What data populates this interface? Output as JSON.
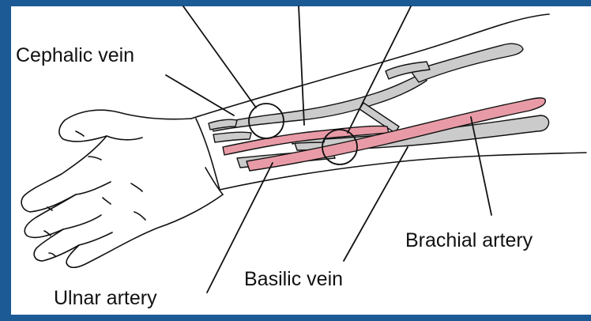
{
  "labels": {
    "cephalic_vein": "Cephalic vein",
    "brachial_artery": "Brachial artery",
    "basilic_vein": "Basilic vein",
    "ulnar_artery": "Ulnar artery"
  },
  "colors": {
    "frame": "#1c5a96",
    "vein": "#cbcbcb",
    "artery": "#e89ba6",
    "outline": "#111111",
    "background": "#ffffff"
  }
}
